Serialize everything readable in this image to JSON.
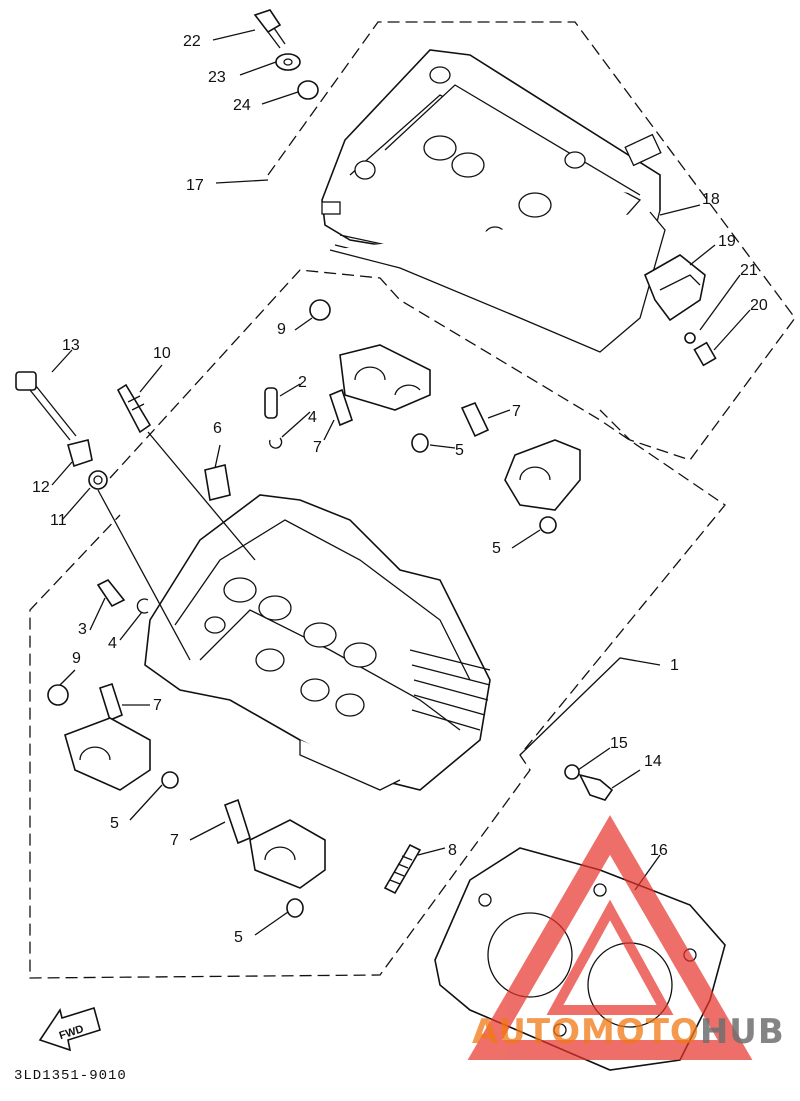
{
  "diagram": {
    "doc_code": "3LD1351-9010",
    "fwd_label": "FWD",
    "callouts": [
      {
        "id": "c22",
        "text": "22"
      },
      {
        "id": "c23",
        "text": "23"
      },
      {
        "id": "c24",
        "text": "24"
      },
      {
        "id": "c17",
        "text": "17"
      },
      {
        "id": "c18",
        "text": "18"
      },
      {
        "id": "c19",
        "text": "19"
      },
      {
        "id": "c21",
        "text": "21"
      },
      {
        "id": "c20",
        "text": "20"
      },
      {
        "id": "c13",
        "text": "13"
      },
      {
        "id": "c10",
        "text": "10"
      },
      {
        "id": "c9a",
        "text": "9"
      },
      {
        "id": "c2",
        "text": "2"
      },
      {
        "id": "c4a",
        "text": "4"
      },
      {
        "id": "c7a",
        "text": "7"
      },
      {
        "id": "c5a",
        "text": "5"
      },
      {
        "id": "c7b",
        "text": "7"
      },
      {
        "id": "c6",
        "text": "6"
      },
      {
        "id": "c12",
        "text": "12"
      },
      {
        "id": "c11",
        "text": "11"
      },
      {
        "id": "c5b",
        "text": "5"
      },
      {
        "id": "c3",
        "text": "3"
      },
      {
        "id": "c4b",
        "text": "4"
      },
      {
        "id": "c9b",
        "text": "9"
      },
      {
        "id": "c7c",
        "text": "7"
      },
      {
        "id": "c1",
        "text": "1"
      },
      {
        "id": "c5c",
        "text": "5"
      },
      {
        "id": "c15",
        "text": "15"
      },
      {
        "id": "c14",
        "text": "14"
      },
      {
        "id": "c7d",
        "text": "7"
      },
      {
        "id": "c8",
        "text": "8"
      },
      {
        "id": "c16",
        "text": "16"
      },
      {
        "id": "c5d",
        "text": "5"
      }
    ]
  },
  "watermark": {
    "part1": "AUTOMOTO",
    "part2": "HUB",
    "colors": {
      "triangle": "#e8322a",
      "text_orange": "#f07814",
      "text_gray": "#6e6e6e"
    }
  }
}
